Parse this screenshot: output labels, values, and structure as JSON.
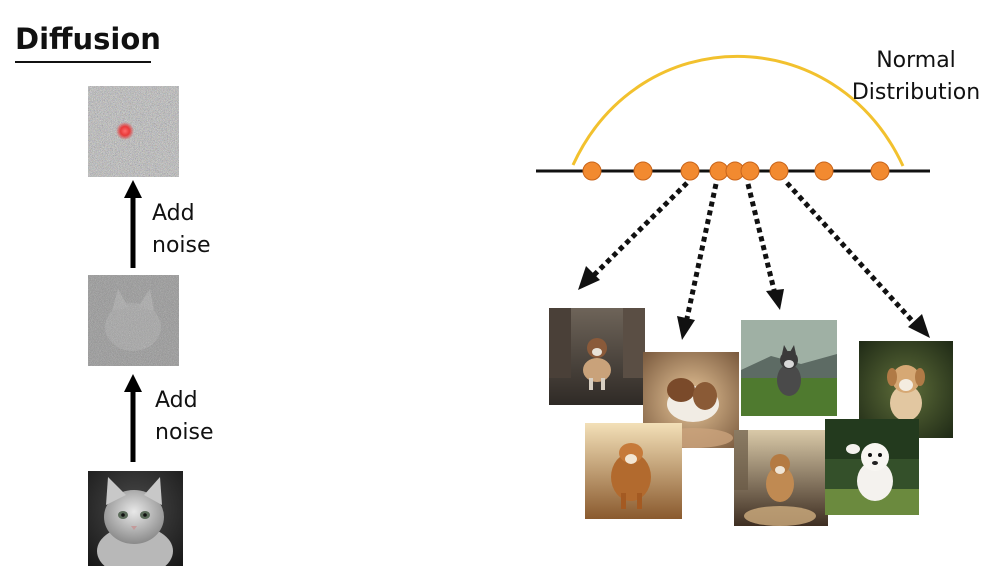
{
  "title": "Diffusion",
  "steps": [
    {
      "label_line1": "Add",
      "label_line2": "noise"
    },
    {
      "label_line1": "Add",
      "label_line2": "noise"
    }
  ],
  "distribution_label_line1": "Normal",
  "distribution_label_line2": "Distribution",
  "colors": {
    "curve": "#F2C12E",
    "point_fill": "#F28A30",
    "point_stroke": "#C8641A",
    "axis": "#111111",
    "noise_dot": "#E83A3A"
  }
}
